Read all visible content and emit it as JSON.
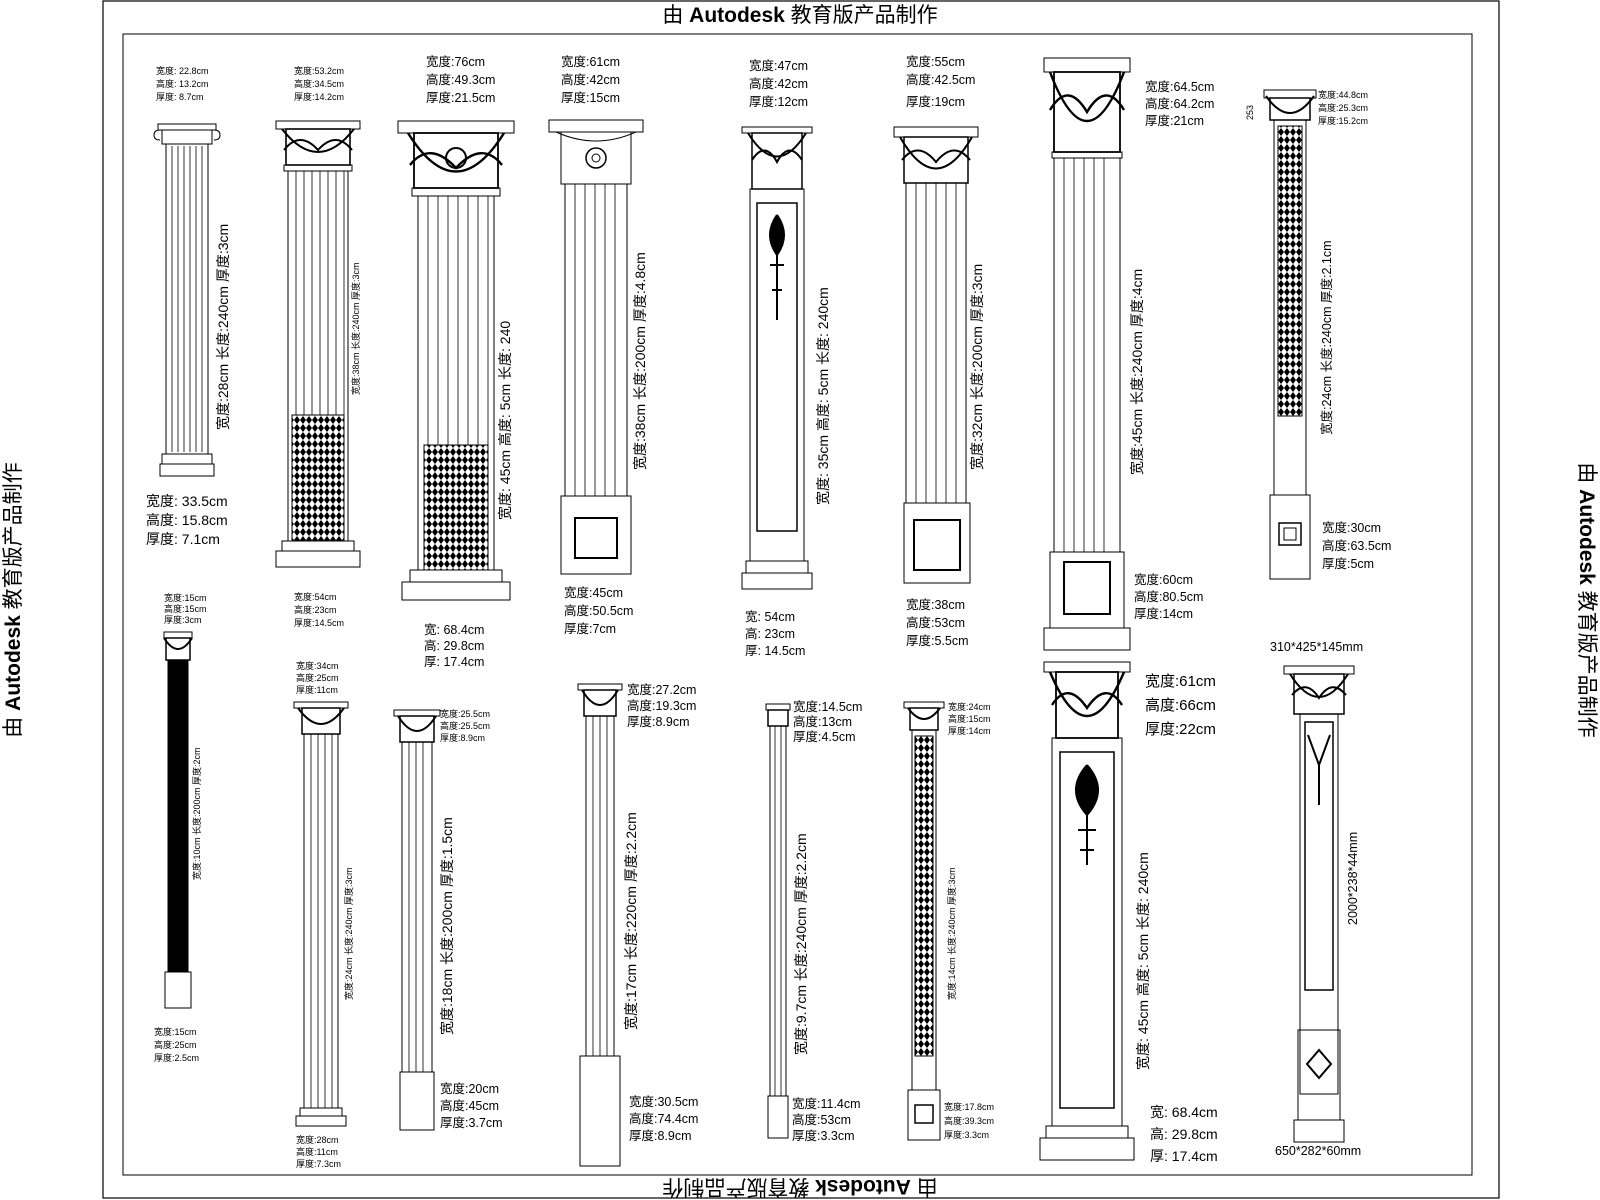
{
  "watermark": {
    "prefix": "由 ",
    "brand": "Autodesk",
    "suffix": " 教育版产品制作"
  },
  "row1": [
    {
      "id": "c1",
      "top_specs": [
        "宽度: 22.8cm",
        "高度: 13.2cm",
        "厚度: 8.7cm"
      ],
      "shaft_text": "宽度:28cm 长度:240cm 厚度:3cm",
      "base_specs": [
        "宽度: 33.5cm",
        "高度: 15.8cm",
        "厚度: 7.1cm"
      ]
    },
    {
      "id": "c2",
      "top_specs": [
        "宽度:53.2cm",
        "高度:34.5cm",
        "厚度:14.2cm"
      ],
      "shaft_text": "宽度:38cm 长度:240cm 厚度:3cm",
      "base_specs": [
        "宽度:54cm",
        "高度:23cm",
        "厚度:14.5cm"
      ]
    },
    {
      "id": "c3",
      "top_specs": [
        "宽度:76cm",
        "高度:49.3cm",
        "厚度:21.5cm"
      ],
      "shaft_text": "宽度: 45cm 高度: 5cm 长度: 240",
      "base_specs": [
        "宽:  68.4cm",
        "高:  29.8cm",
        "厚:  17.4cm"
      ]
    },
    {
      "id": "c4",
      "top_specs": [
        "宽度:61cm",
        "高度:42cm",
        "厚度:15cm"
      ],
      "shaft_text": "宽度:38cm 长度:200cm 厚度:4.8cm",
      "base_specs": [
        "宽度:45cm",
        "高度:50.5cm",
        "厚度:7cm"
      ]
    },
    {
      "id": "c5",
      "top_specs": [
        "宽度:47cm",
        "高度:42cm",
        "厚度:12cm"
      ],
      "shaft_text": "宽度: 35cm 高度: 5cm 长度: 240cm",
      "base_specs": [
        "宽:  54cm",
        "高:  23cm",
        "厚:  14.5cm"
      ]
    },
    {
      "id": "c6",
      "top_specs": [
        "宽度:55cm",
        "高度:42.5cm",
        "厚度:19cm"
      ],
      "shaft_text": "宽度:32cm 长度:200cm 厚度:3cm",
      "base_specs": [
        "宽度:38cm",
        "高度:53cm",
        "厚度:5.5cm"
      ]
    },
    {
      "id": "c7",
      "top_specs": [
        "宽度:64.5cm",
        "高度:64.2cm",
        "厚度:21cm"
      ],
      "shaft_text": "宽度:45cm 长度:240cm 厚度:4cm",
      "base_specs": [
        "宽度:60cm",
        "高度:80.5cm",
        "厚度:14cm"
      ]
    },
    {
      "id": "c8",
      "side_dim": "253",
      "top_specs": [
        "宽度:44.8cm",
        "高度:25.3cm",
        "厚度:15.2cm"
      ],
      "shaft_text": "宽度:24cm 长度:240cm 厚度:2.1cm",
      "base_specs": [
        "宽度:30cm",
        "高度:63.5cm",
        "厚度:5cm"
      ]
    }
  ],
  "row2": [
    {
      "id": "d1",
      "top_specs": [
        "宽度:15cm",
        "高度:15cm",
        "厚度:3cm"
      ],
      "shaft_text": "宽度:10cm 长度:200cm 厚度:2cm",
      "base_specs": [
        "宽度:15cm",
        "高度:25cm",
        "厚度:2.5cm"
      ]
    },
    {
      "id": "d2",
      "top_specs": [
        "宽度:34cm",
        "高度:25cm",
        "厚度:11cm"
      ],
      "shaft_text": "宽度:24cm 长度:240cm 厚度:3cm",
      "base_specs": [
        "宽度:28cm",
        "高度:11cm",
        "厚度:7.3cm"
      ]
    },
    {
      "id": "d3",
      "top_specs": [
        "宽度:25.5cm",
        "高度:25.5cm",
        "厚度:8.9cm"
      ],
      "shaft_text": "宽度:18cm 长度:200cm 厚度:1.5cm",
      "base_specs": [
        "宽度:20cm",
        "高度:45cm",
        "厚度:3.7cm"
      ]
    },
    {
      "id": "d4",
      "top_specs": [
        "宽度:27.2cm",
        "高度:19.3cm",
        "厚度:8.9cm"
      ],
      "shaft_text": "宽度:17cm 长度:220cm 厚度:2.2cm",
      "base_specs": [
        "宽度:30.5cm",
        "高度:74.4cm",
        "厚度:8.9cm"
      ]
    },
    {
      "id": "d5",
      "top_specs": [
        "宽度:14.5cm",
        "高度:13cm",
        "厚度:4.5cm"
      ],
      "shaft_text": "宽度:9.7cm 长度:240cm 厚度:2.2cm",
      "base_specs": [
        "宽度:11.4cm",
        "高度:53cm",
        "厚度:3.3cm"
      ]
    },
    {
      "id": "d6",
      "top_specs": [
        "宽度:24cm",
        "高度:15cm",
        "厚度:14cm"
      ],
      "shaft_text": "宽度:14cm 长度:240cm 厚度:3cm",
      "base_specs": [
        "宽度:17.8cm",
        "高度:39.3cm",
        "厚度:3.3cm"
      ]
    },
    {
      "id": "d7",
      "top_specs": [
        "宽度:61cm",
        "高度:66cm",
        "厚度:22cm"
      ],
      "shaft_text": "宽度: 45cm 高度: 5cm 长度: 240cm",
      "base_specs": [
        "宽:  68.4cm",
        "高:  29.8cm",
        "厚:  17.4cm"
      ]
    },
    {
      "id": "d8",
      "top_dim": "310*425*145mm",
      "shaft_text": "2000*238*44mm",
      "base_dim": "650*282*60mm"
    }
  ]
}
